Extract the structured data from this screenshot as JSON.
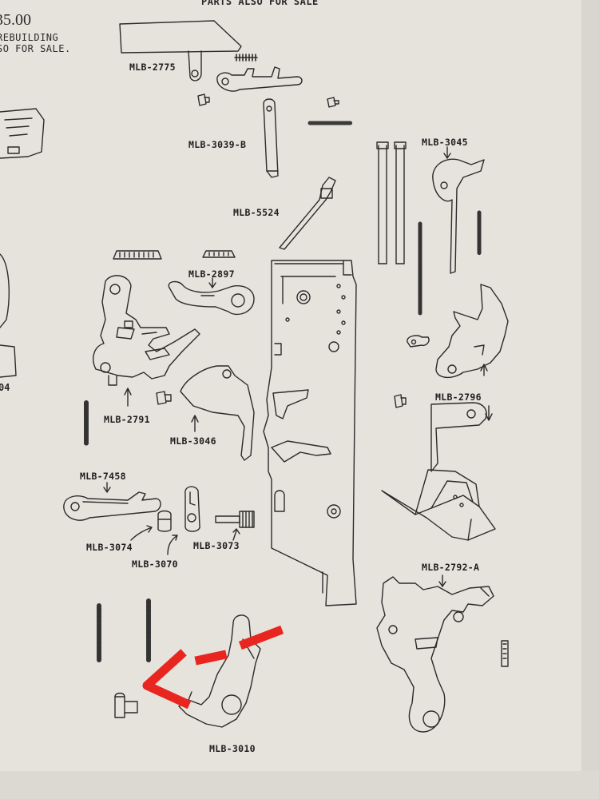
{
  "header": {
    "title_fragment": "PARTS ALSO FOR SALE",
    "price_fragment": "35.00",
    "line1": "REBUILDING",
    "line2": "SO FOR SALE."
  },
  "left_margin_fragment": "04",
  "part_labels": {
    "mlb_2775": "MLB-2775",
    "mlb_3039_b": "MLB-3039-B",
    "mlb_3045": "MLB-3045",
    "mlb_5524": "MLB-5524",
    "mlb_2897": "MLB-2897",
    "mlb_2791": "MLB-2791",
    "mlb_3046": "MLB-3046",
    "mlb_2796": "MLB-2796",
    "mlb_7458": "MLB-7458",
    "mlb_3074": "MLB-3074",
    "mlb_3070": "MLB-3070",
    "mlb_3073": "MLB-3073",
    "mlb_2792_a": "MLB-2792-A",
    "mlb_3010": "MLB-3010"
  },
  "colors": {
    "paper": "#e6e3dc",
    "ink": "#2b2b2b",
    "marker": "#e8261f"
  },
  "annotation": {
    "marker_arrow_icon": "red-hand-drawn-arrow-icon"
  }
}
